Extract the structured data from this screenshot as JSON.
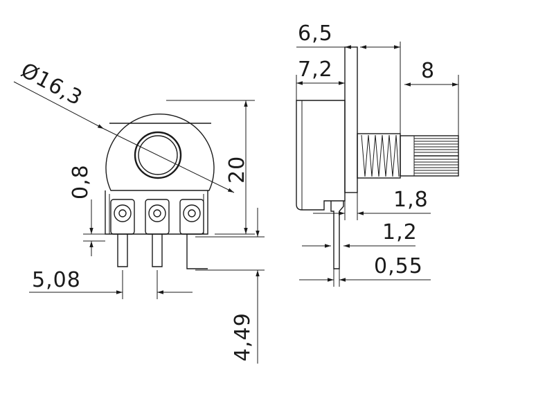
{
  "diagram": {
    "labels": {
      "diameter": "Ø16,3",
      "height": "20",
      "pin_offset": "0,8",
      "pin_pitch": "5,08",
      "pin_length": "4,49",
      "shaft_total": "6,5",
      "body_depth": "7,2",
      "knurl_length": "8",
      "bushing_gap": "1,8",
      "pin_width": "1,2",
      "pin_thickness": "0,55"
    }
  }
}
